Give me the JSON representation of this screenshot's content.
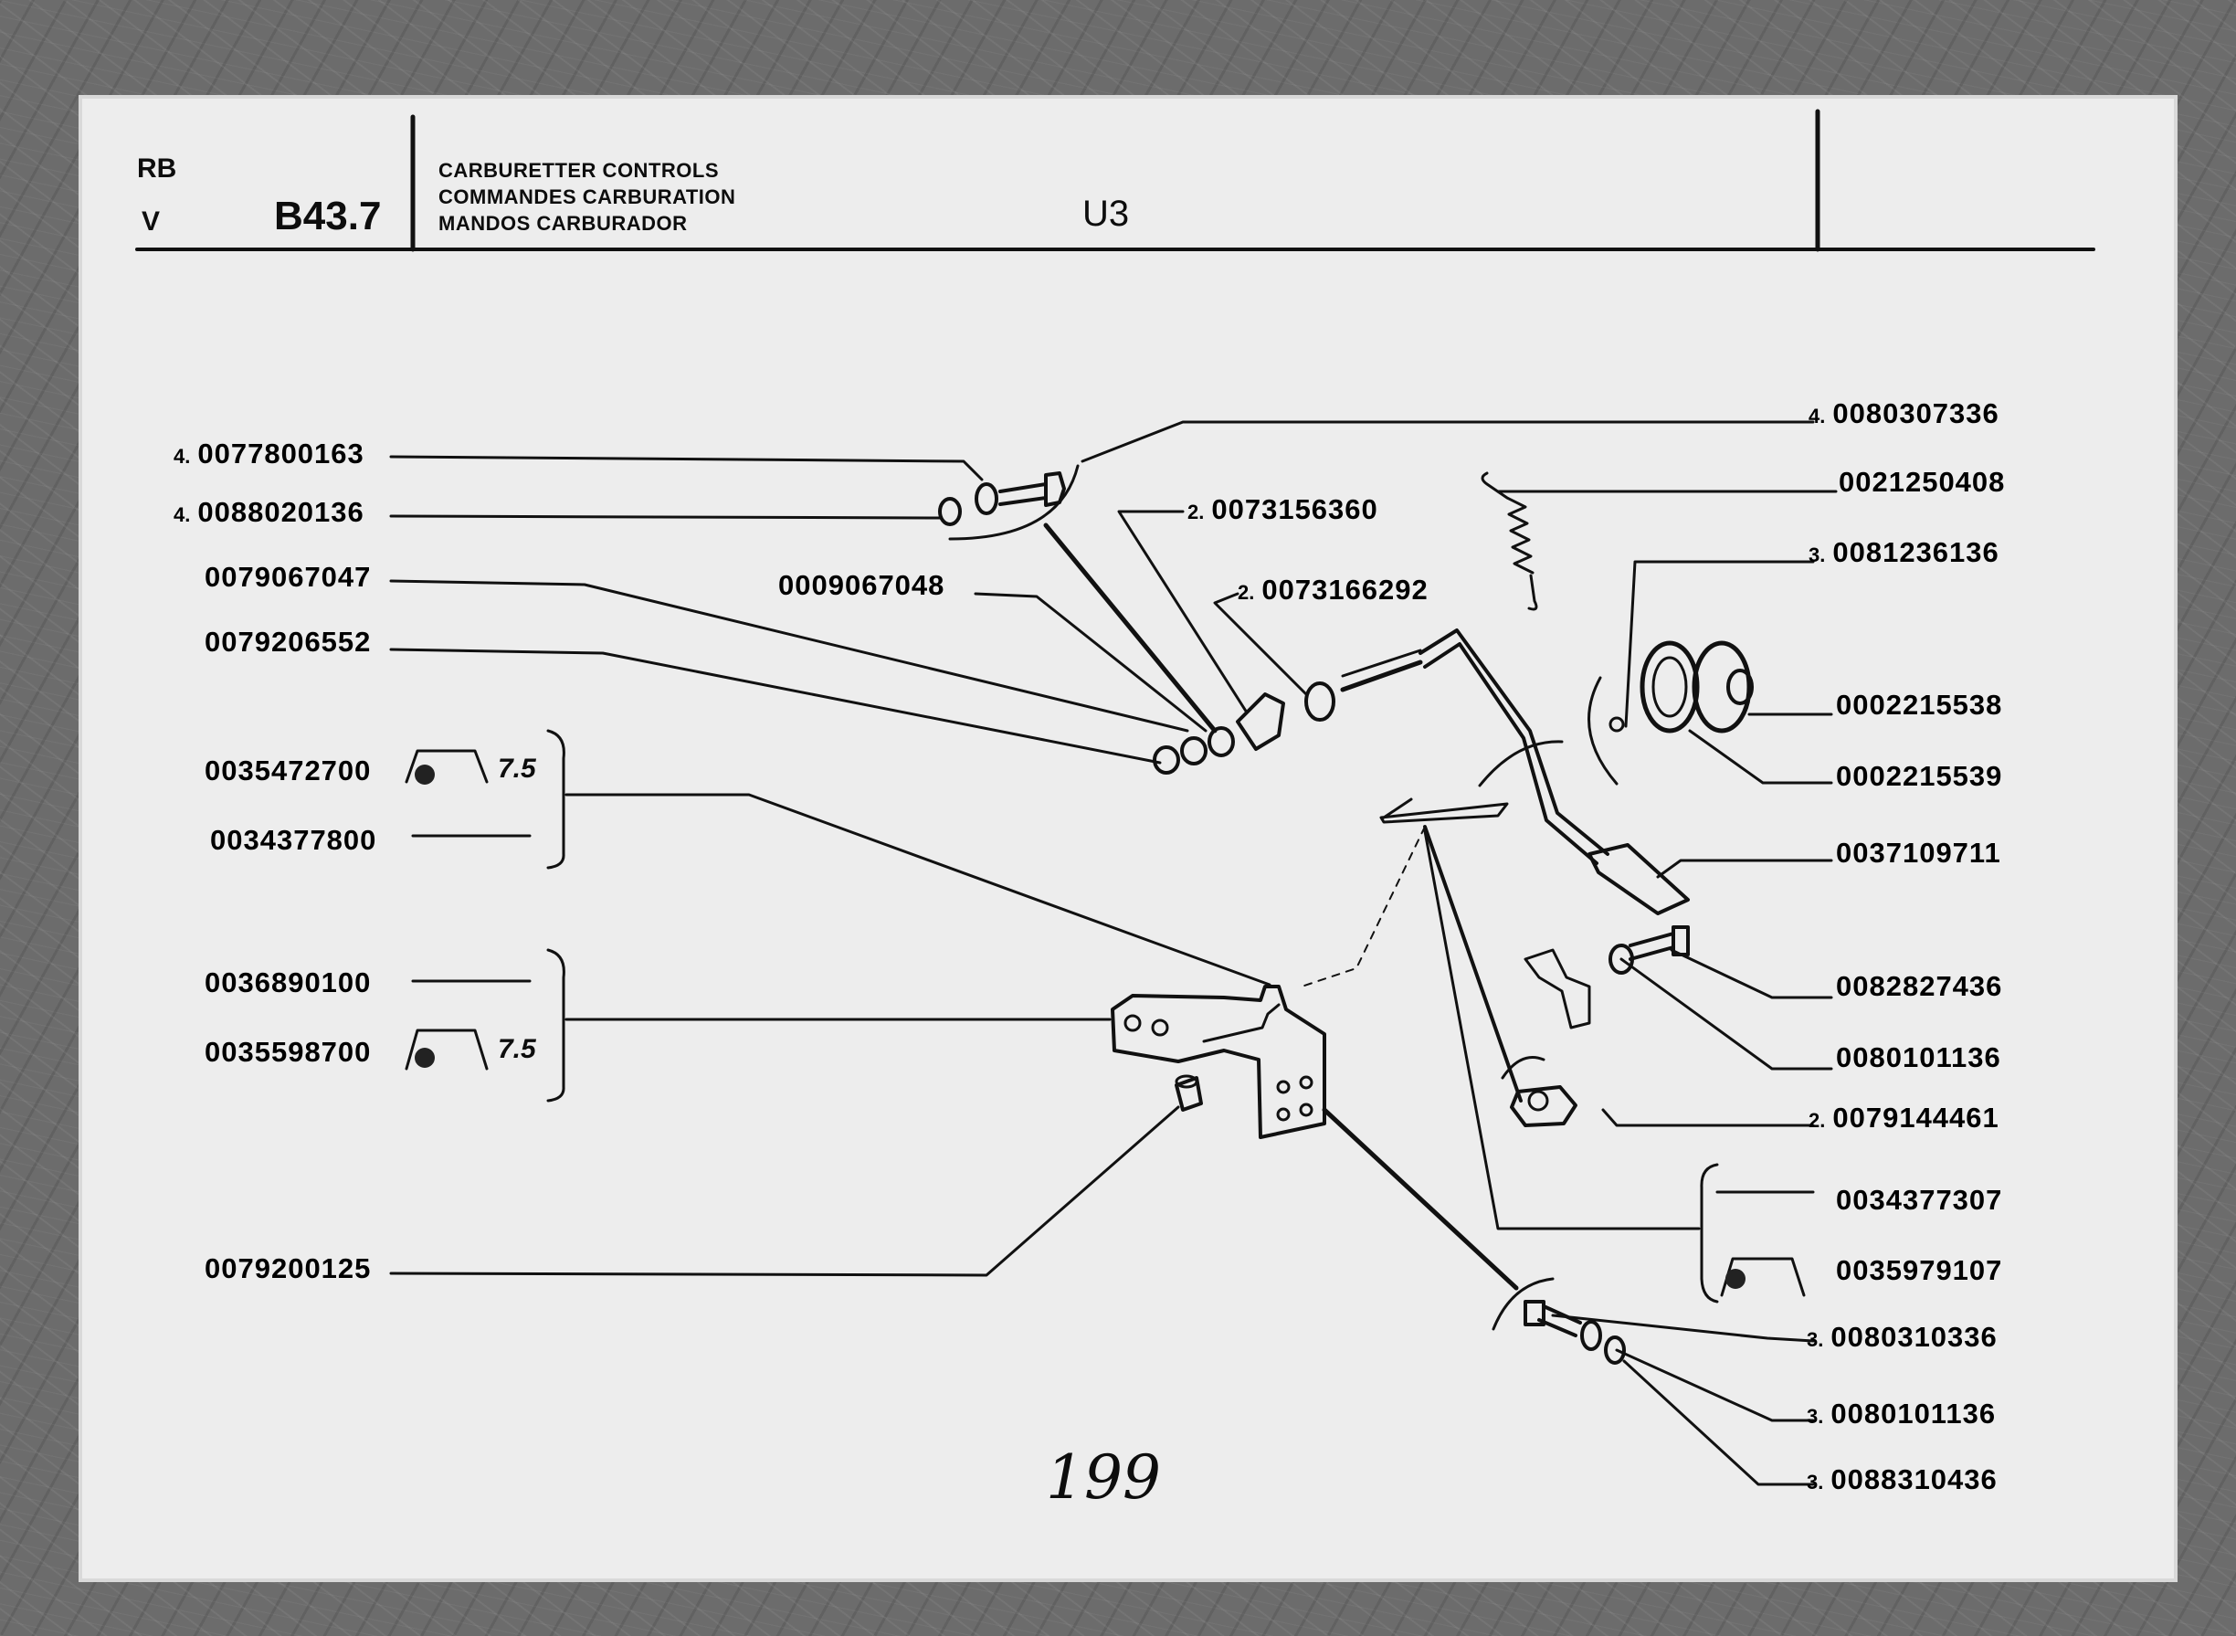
{
  "header": {
    "rb": "RB",
    "v": "V",
    "group": "B43.7",
    "titles": [
      "CARBURETTER CONTROLS",
      "COMMANDES CARBURATION",
      "MANDOS CARBURADOR"
    ],
    "variant": "U3"
  },
  "callouts_left": [
    {
      "qty": "4.",
      "code": "0077800163"
    },
    {
      "qty": "4.",
      "code": "0088020136"
    },
    {
      "qty": "",
      "code": "0079067047"
    },
    {
      "qty": "",
      "code": "0079206552"
    },
    {
      "qty": "",
      "code": "0035472700",
      "torque": "7.5"
    },
    {
      "qty": "",
      "code": "0034377800"
    },
    {
      "qty": "",
      "code": "0036890100"
    },
    {
      "qty": "",
      "code": "0035598700",
      "torque": "7.5"
    },
    {
      "qty": "",
      "code": "0079200125"
    }
  ],
  "callouts_center": [
    {
      "qty": "2.",
      "code": "0073156360"
    },
    {
      "qty": "",
      "code": "0009067048"
    },
    {
      "qty": "2.",
      "code": "0073166292"
    }
  ],
  "callouts_right": [
    {
      "qty": "4.",
      "code": "0080307336"
    },
    {
      "qty": "",
      "code": "0021250408"
    },
    {
      "qty": "3.",
      "code": "0081236136"
    },
    {
      "qty": "",
      "code": "0002215538"
    },
    {
      "qty": "",
      "code": "0002215539"
    },
    {
      "qty": "",
      "code": "0037109711"
    },
    {
      "qty": "",
      "code": "0082827436"
    },
    {
      "qty": "",
      "code": "0080101136"
    },
    {
      "qty": "2.",
      "code": "0079144461"
    },
    {
      "qty": "",
      "code": "0034377307"
    },
    {
      "qty": "",
      "code": "0035979107"
    },
    {
      "qty": "3.",
      "code": "0080310336"
    },
    {
      "qty": "3.",
      "code": "0080101136"
    },
    {
      "qty": "3.",
      "code": "0088310436"
    }
  ],
  "page_number": "199"
}
